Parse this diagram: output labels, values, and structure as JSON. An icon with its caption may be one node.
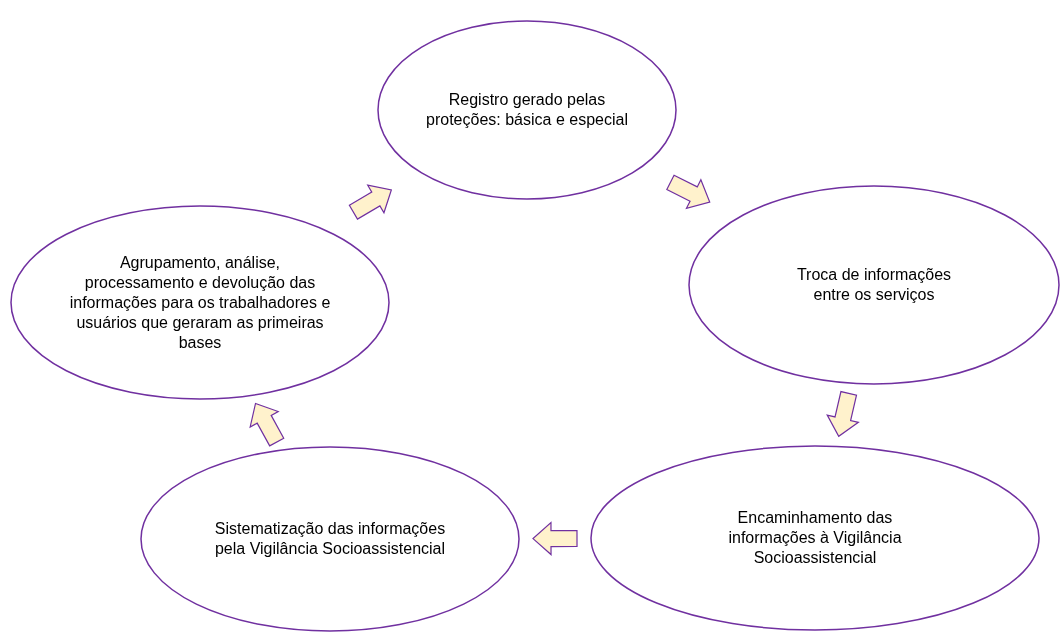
{
  "diagram": {
    "nodes": [
      {
        "text": [
          "Registro gerado pelas proteções: básica e especial"
        ]
      },
      {
        "text": [
          "Troca de informações entre os serviços"
        ]
      },
      {
        "text": [
          "Encaminhamento das informações à Vigilância Socioassistencial"
        ]
      },
      {
        "text": [
          "Sistematização das informações pela Vigilância Socioassistencial"
        ]
      },
      {
        "text": [
          "Agrupamento, análise, processamento e devolução das informações para os trabalhadores e usuários que geraram as primeiras bases"
        ]
      }
    ],
    "edges": [
      {
        "from": 0,
        "to": 1,
        "arrow": "to"
      },
      {
        "from": 1,
        "to": 2,
        "arrow": "to"
      },
      {
        "from": 2,
        "to": 3,
        "arrow": "to"
      },
      {
        "from": 3,
        "to": 4,
        "arrow": "to"
      },
      {
        "from": 4,
        "to": 0,
        "arrow": "to"
      }
    ]
  }
}
